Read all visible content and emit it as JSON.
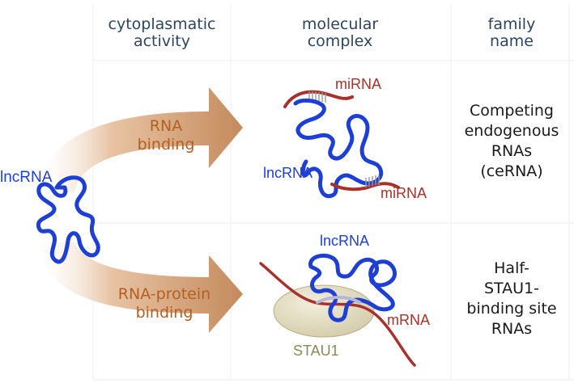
{
  "columns": {
    "activity": [
      "cytoplasmatic",
      "activity"
    ],
    "complex": [
      "molecular",
      "complex"
    ],
    "family": [
      "family",
      "name"
    ]
  },
  "source_label": "lncRNA",
  "rows": [
    {
      "activity": [
        "RNA",
        "binding"
      ],
      "complex_labels": {
        "mirna_top": "miRNA",
        "mirna_bottom": "miRNA",
        "lncrna": "lncRNA"
      },
      "family": [
        "Competing",
        "endogenous",
        "RNAs",
        "(ceRNA)"
      ]
    },
    {
      "activity": [
        "RNA-protein",
        "binding"
      ],
      "complex_labels": {
        "lncrna": "lncRNA",
        "mrna": "mRNA",
        "protein": "STAU1"
      },
      "family": [
        "Half-",
        "STAU1-",
        "binding site",
        "RNAs"
      ]
    }
  ],
  "colors": {
    "lncrna": "#1e3fd6",
    "mirna": "#a8322b",
    "arrow": "#c48a5c",
    "arrow_text": "#b45f22",
    "header_text": "#2c4560",
    "stau1": "#d8d2b4"
  }
}
